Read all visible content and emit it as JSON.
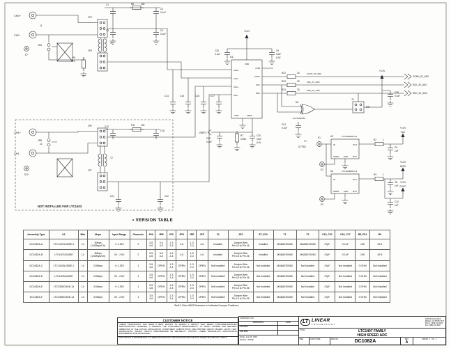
{
  "sch": {
    "ch0p": "CH0+",
    "ch0m": "CH0-",
    "ch1p": "CH1+",
    "ch1m": "CH1-",
    "j1": "J1",
    "j2": "J2",
    "j3": "J3",
    "sr": "S/R",
    "jpa": "JPA",
    "jpb": "JPB",
    "jpc": "JPC",
    "jpd": "JPD",
    "jpe": "JPE",
    "jpf": "JPF",
    "t1": "T1",
    "t2": "T2",
    "u1": "U1",
    "u2": "U2",
    "u3": "U3",
    "u5": "U5",
    "u2pn": "LTC1844ES5-2.5",
    "u3pn": "LTC1844ES5-3.3",
    "u5pn": "NC7SV86P5X",
    "vdd": "VDD",
    "gnd": "GND",
    "vref": "VREF",
    "conv": "CONV",
    "sck": "SCK",
    "sdo": "SDO",
    "com": "COM",
    "pin_in": "IN",
    "pin_out": "OUT",
    "shdn": "SHDN",
    "byp": "BYP",
    "vplus": "V+",
    "vrange": "5-7VDC",
    "e1": "E1",
    "e2": "E2",
    "e3": "E3",
    "e7": "E7",
    "e10": "E10",
    "p33": "+3.3V",
    "p25": "+2.5V",
    "vcc": "VCC",
    "avcc": "AVCC",
    "dvcc": "DVCC",
    "vref2": "VREF2",
    "conv_at": "CONV_AT_ADC",
    "sck_at": "SCK_AT_ADC",
    "sdo_at": "SDO_AT_ADC",
    "r2": "R2",
    "r4": "R4",
    "r6": "R6",
    "r7": "R7",
    "r9": "R9",
    "r11": "R11",
    "r22": "R22",
    "r23": "R23",
    "r24": "R24",
    "v1": "1",
    "v33": "33",
    "v10k": "10K",
    "v499": "49.9",
    "v499k": "4.99K",
    "c1": "C1",
    "c2": "C2",
    "c3": "C3",
    "c4": "C4",
    "c6": "C6",
    "c8": "C8",
    "c9": "C9",
    "c10": "C10",
    "c13": "C13",
    "c14": "C14",
    "c15": "C15",
    "c16": "C16",
    "c17": "C17",
    "c18": "C18",
    "c19": "C19",
    "c20": "C20",
    "c21": "C21",
    "c22": "C22",
    "c24": "C24",
    "c25": "C25",
    "c28": "C28",
    "v01uf": "0.1uF",
    "v1uf": "1uF",
    "v10uf": "10uF",
    "v63": "6.3V",
    "ni1403": "NOT INSTALLED FOR LTC1403"
  },
  "version_table": {
    "heading": "•  VERSION TABLE",
    "columns": [
      "Assembly Type",
      "U1",
      "Bits",
      "Msps",
      "Input Range",
      "Channels",
      "JPA",
      "JPB",
      "JPC",
      "JPD",
      "JPE",
      "JPF",
      "J2",
      "JP2",
      "E7, E10",
      "T1",
      "T2",
      "C13, C21",
      "C16, C17",
      "R6, R11",
      "R9"
    ],
    "rows": [
      [
        "DC1082A-A",
        "LTC1407ACMSE-1",
        "14",
        "3Msps\n(1.5Msps/Ch)",
        "+/-1.25V",
        "2",
        "3-5\n4-6",
        "3-5\n4-6",
        "1-3\n2-4",
        "4-6",
        "1-3\n2-4",
        "4-6",
        "Installed",
        "Jumper Wire\nPin 18 to Pin 26",
        "Installed",
        "MABAES0060",
        "MABAES0060",
        "47pF",
        "0.1uF",
        "10K",
        "49.9"
      ],
      [
        "DC1082A-B",
        "LTC1407ACMSE",
        "14",
        "3Msps\n(1.5Msps/Ch)",
        "0V - 2.5V",
        "2",
        "3-5\n4-6",
        "3-5\n4-6",
        "1-3\n2-4",
        "4-6",
        "1-3\n2-4",
        "4-6",
        "Installed",
        "Jumper Wire\nPin 18 to Pin 26",
        "Installed",
        "MABAES0060",
        "MABAES0060",
        "47pF",
        "0.1uF",
        "10K",
        "49.9"
      ],
      [
        "DC1082A-C",
        "LTC1403ACMSE-1",
        "14",
        "2.8Msps",
        "+/-1.25V",
        "1",
        "3-5\n4-6",
        "OPEN",
        "1-3\n2-4",
        "OPEN",
        "1-3\n2-4",
        "OPEN",
        "Not Installed",
        "Jumper Wire\nPin 18 to Pin 26",
        "Not Installed",
        "MABAES0060",
        "Not Installed",
        "47pF",
        "Not Installed",
        "0 OHM",
        "Not Installed"
      ],
      [
        "DC1082A-D",
        "LTC1403ACMSE",
        "14",
        "2.8Msps",
        "0V - 2.5V",
        "1",
        "3-5\n4-6",
        "OPEN",
        "1-3\n2-4",
        "OPEN",
        "1-3\n2-4",
        "OPEN",
        "Not Installed",
        "Jumper Wire\nPin 18 to Pin 26",
        "Not Installed",
        "MABAES0060",
        "Not Installed",
        "47pF",
        "Not Installed",
        "0 OHM",
        "Not Installed"
      ],
      [
        "DC1082A-E",
        "LTC2355CMSE-14",
        "14",
        "3.5Msps",
        "+/-1.25V",
        "1",
        "3-5\n4-6",
        "OPEN",
        "1-3\n2-4",
        "OPEN",
        "1-3\n2-4",
        "OPEN",
        "Not Installed",
        "Jumper Wire\nPin 14 to Pin 26",
        "Not Installed",
        "MABAES0060",
        "Not Installed",
        "47pF",
        "Not Installed",
        "0 OHM",
        "Not Installed"
      ],
      [
        "DC1082A-F",
        "LTC2356CMSE-14",
        "14",
        "3.5Msps",
        "0V - 2.5V",
        "1",
        "3-5\n4-6",
        "OPEN",
        "1-3\n2-4",
        "OPEN",
        "1-3\n2-4",
        "OPEN",
        "Not Installed",
        "Jumper Wire\nPin 14 to Pin 26",
        "Not Installed",
        "MABAES0060",
        "Not Installed",
        "47pF",
        "Not Installed",
        "0 OHM",
        "Not Installed"
      ]
    ],
    "footnote": "Stuff 0 Ohm 0603 Resistors in Indicated Jumper Positions."
  },
  "customer_notice": {
    "heading": "CUSTOMER NOTICE",
    "body": "LINEAR TECHNOLOGY HAS MADE A BEST EFFORT TO DESIGN A CIRCUIT THAT MEETS CUSTOMER-SUPPLIED SPECIFICATIONS; HOWEVER, IT REMAINS THE CUSTOMER'S RESPONSIBILITY TO VERIFY PROPER AND RELIABLE OPERATION IN THE ACTUAL APPLICATION. COMPONENT SUBSTITUTION AND PRINTED CIRCUIT BOARD LAYOUT MAY SIGNIFICANTLY AFFECT CIRCUIT PERFORMANCE OR RELIABILITY. CONTACT LINEAR TECHNOLOGY APPLICATIONS ENGINEERING FOR ASSISTANCE.",
    "proprietary": "THIS CIRCUIT IS PROPRIETARY TO LINEAR TECHNOLOGY AND SUPPLIED FOR USE WITH LINEAR TECHNOLOGY PARTS."
  },
  "title_block": {
    "contract_label": "CONTRACT NO.",
    "approvals_label": "APPROVALS",
    "date_label": "DATE",
    "approval_rows": [
      "PCB DES.",
      "APP ENG."
    ],
    "date_text": "Friday, July 16, 2004",
    "scale_text": "SCALE = NONE",
    "logo_monogram": "LT",
    "brand_line1": "LINEAR",
    "brand_line2": "TECHNOLOGY",
    "address_lines": [
      "1630 McCarthy Blvd.",
      "Milpitas, CA 95035-7417",
      "Phone: (408) 432-1900",
      "Fax: (408) 434-0507"
    ],
    "title_label": "TITLE:",
    "title_line1": "LTC1407 FAMILY",
    "title_line2": "HIGH SPEED ADC",
    "size_label": "SIZE",
    "cadd_label": "CADD CODE",
    "dwg_label": "DWG NO.",
    "dwg_no": "DC1082A",
    "rev_label": "REV.",
    "rev": "A",
    "sheet_label": "SHEET",
    "sheet_no": "1",
    "of_label": "OF",
    "sheet_total": "2"
  }
}
